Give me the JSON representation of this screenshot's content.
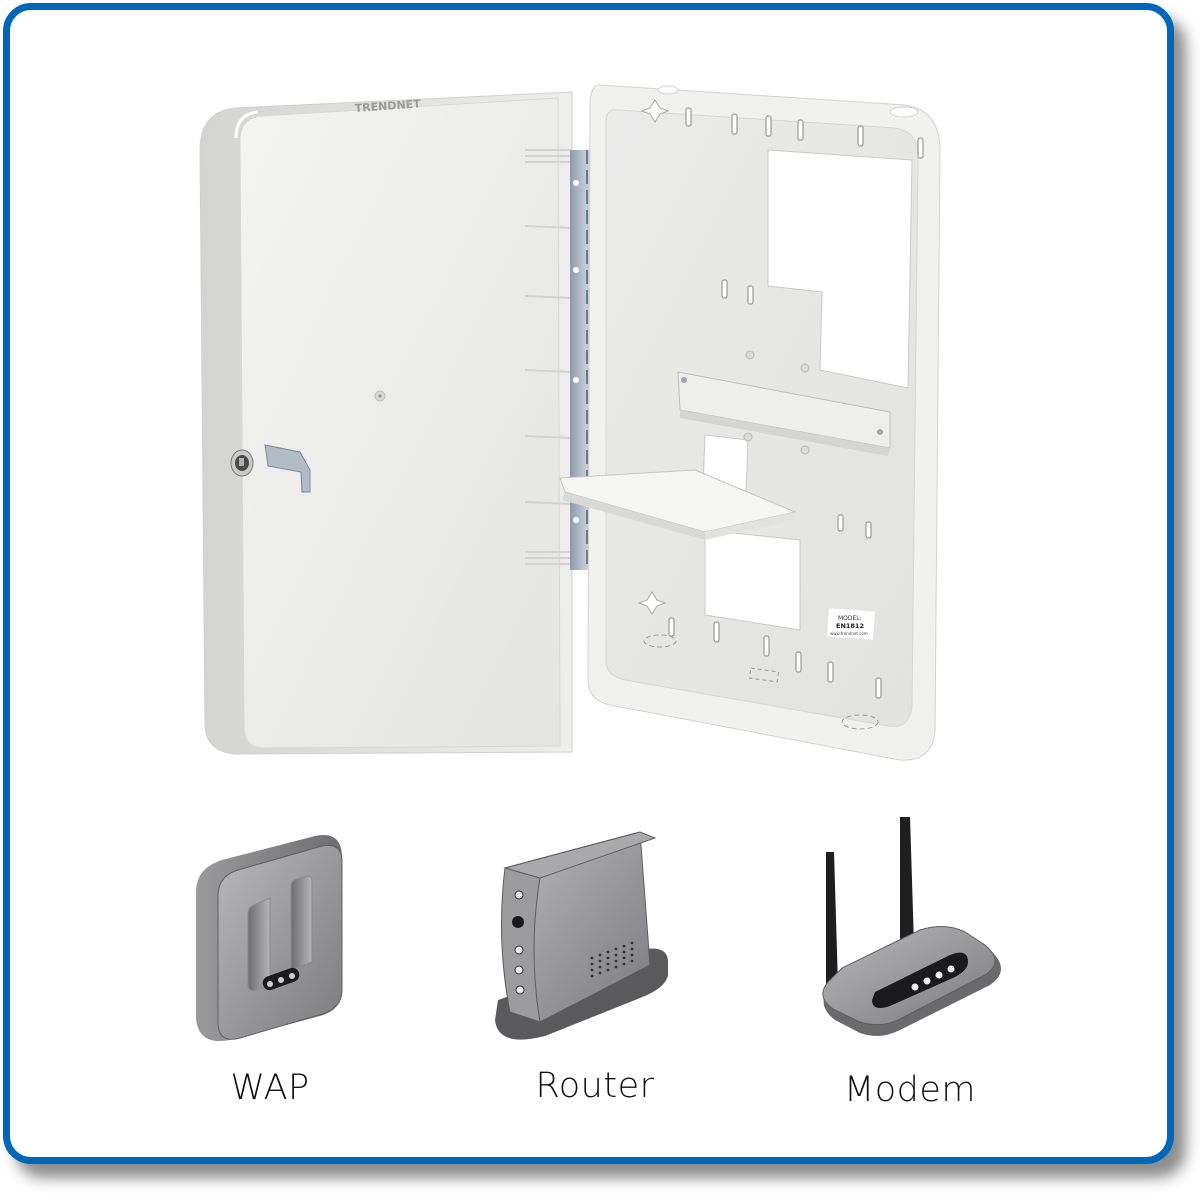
{
  "frame": {
    "border_color": "#0066b8",
    "background": "#ffffff"
  },
  "enclosure": {
    "name": "Network wall-mount enclosure (open door)",
    "model_label": {
      "line1": "MODEL:",
      "line2": "EN1812",
      "line3": "www.trendnet.com"
    },
    "brand_emboss": "TRENDNET",
    "body_color": "#e9e9e7",
    "hinge_color": "#a9b6c3"
  },
  "devices": [
    {
      "id": "wap",
      "label": "WAP",
      "icon": "wireless-access-point-icon",
      "color": "#9a9a9c"
    },
    {
      "id": "router",
      "label": "Router",
      "icon": "router-icon",
      "color": "#8e8e90"
    },
    {
      "id": "modem",
      "label": "Modem",
      "icon": "modem-icon",
      "color": "#8e8e90",
      "antenna_color": "#1e1e20"
    }
  ]
}
